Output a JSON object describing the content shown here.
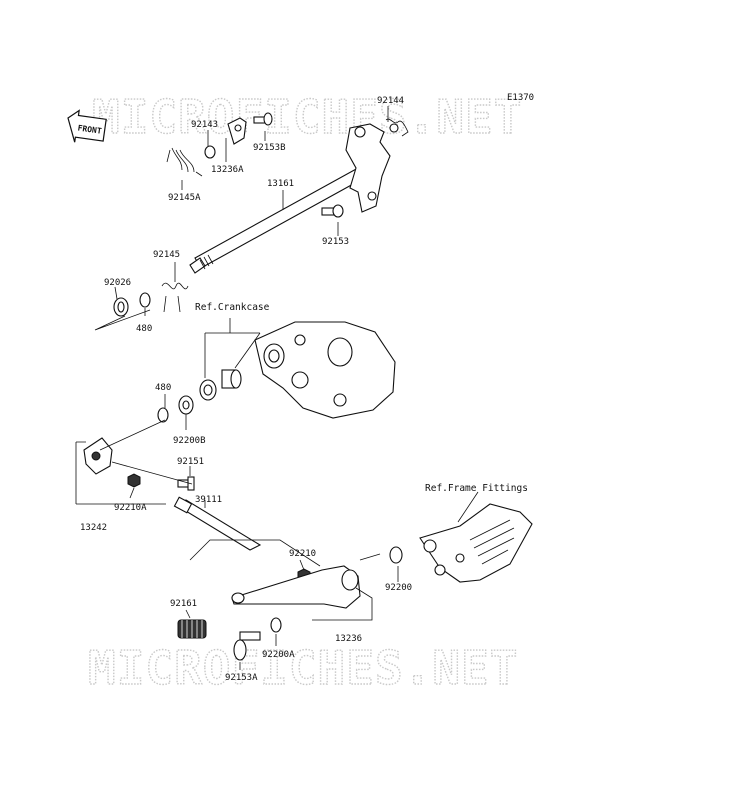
{
  "figure_code": "E1370",
  "watermark": "MICROFICHES.NET",
  "front_badge": "FRONT",
  "references": {
    "crankcase": "Ref.Crankcase",
    "frame_fittings": "Ref.Frame Fittings"
  },
  "parts": {
    "p92144": "92144",
    "p92143": "92143",
    "p92153B": "92153B",
    "p13236A": "13236A",
    "p92145A": "92145A",
    "p13161": "13161",
    "p92153": "92153",
    "p92145": "92145",
    "p92026": "92026",
    "p480a": "480",
    "p480b": "480",
    "p92200B": "92200B",
    "p92151": "92151",
    "p92210A": "92210A",
    "p13242": "13242",
    "p39111": "39111",
    "p92210": "92210",
    "p92200": "92200",
    "p92161": "92161",
    "p13236": "13236",
    "p92200A": "92200A",
    "p92153A": "92153A"
  }
}
